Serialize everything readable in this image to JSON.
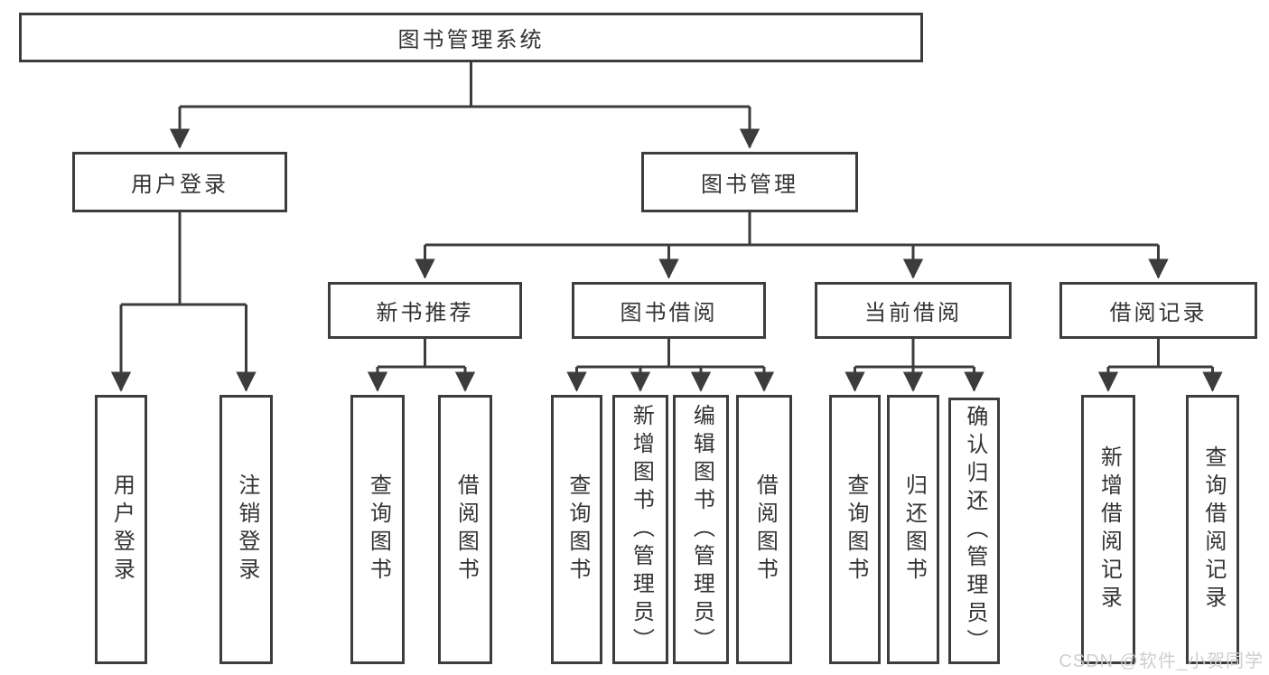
{
  "diagram": {
    "root": "图书管理系统",
    "level2": {
      "user_login": "用户登录",
      "book_management": "图书管理"
    },
    "level3": {
      "new_book": "新书推荐",
      "book_borrow": "图书借阅",
      "current_borrow": "当前借阅",
      "borrow_records": "借阅记录"
    },
    "leaves": {
      "user_login_children": [
        "用户登录",
        "注销登录"
      ],
      "new_book_children": [
        "查询图书",
        "借阅图书"
      ],
      "book_borrow_children": [
        "查询图书",
        "新增图书（管理员）",
        "编辑图书（管理员）",
        "借阅图书"
      ],
      "current_borrow_children": [
        "查询图书",
        "归还图书",
        "确认归还（管理员）"
      ],
      "borrow_records_children": [
        "新增借阅记录",
        "查询借阅记录"
      ]
    }
  },
  "watermark": "CSDN @软件_小贺同学",
  "colors": {
    "line": "#3c3c3c",
    "border": "#3d3d3d",
    "text": "#333333",
    "watermark": "#c9ccd1"
  }
}
